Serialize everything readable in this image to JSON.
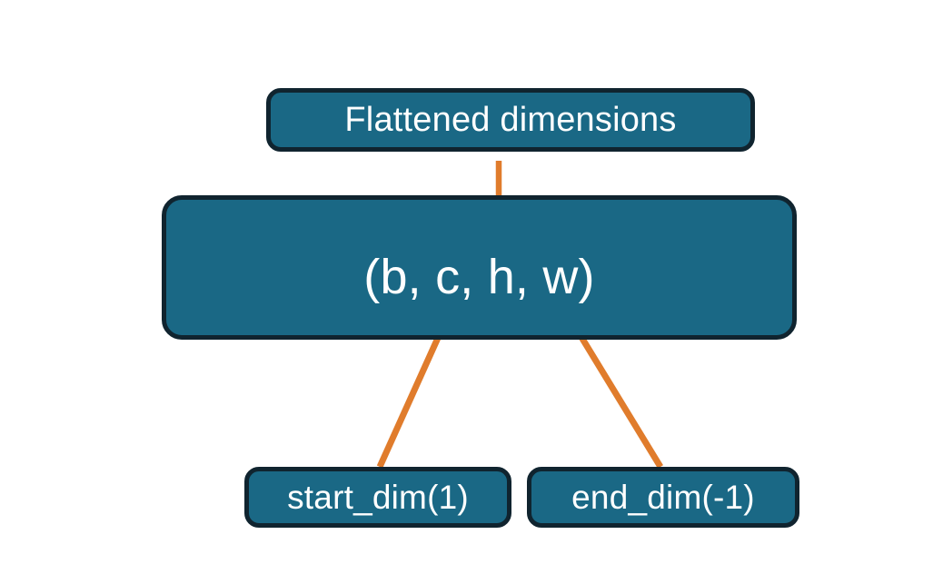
{
  "diagram": {
    "title_node": {
      "label": "Flattened dimensions",
      "name": "flattened-dimensions-box"
    },
    "shape_node": {
      "label": "(b, c, h, w)",
      "name": "tensor-shape-box"
    },
    "start_node": {
      "label": "start_dim(1)",
      "name": "start-dim-box"
    },
    "end_node": {
      "label": "end_dim(-1)",
      "name": "end-dim-box"
    },
    "connectors": {
      "brace": "curly-brace-spanning-c-to-w",
      "brace_stem": "stem-to-flattened-dimensions",
      "start_arrow": "arrow-start-dim-to-c",
      "end_arrow": "arrow-end-dim-to-w"
    },
    "colors": {
      "box_fill": "#1a6885",
      "box_border": "#10242f",
      "box_text": "#ffffff",
      "accent_orange": "#e07c2c",
      "background": "#ffffff"
    }
  }
}
